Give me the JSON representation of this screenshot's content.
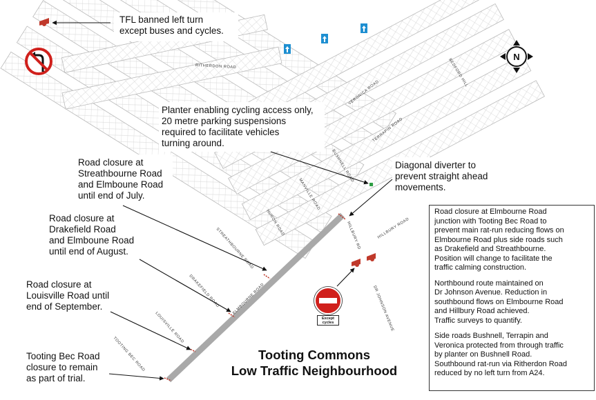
{
  "map": {
    "title_lines": [
      "Tooting Commons",
      "Low Traffic Neighbourhood"
    ],
    "compass_letter": "N",
    "except_sign_lines": [
      "Except",
      "cycles"
    ],
    "streets": {
      "ritherdon": "RITHERDON ROAD",
      "veronica": "VERONICA ROAD",
      "bedford": "BEDFORD HILL",
      "terrapin": "TERRAPIN ROAD",
      "bushnell": "BUSHNELL ROAD",
      "manville": "MANVILLE ROAD",
      "huron": "HURON ROAD",
      "hillbury": "HILLBURY ROAD",
      "hillbury_rd": "HILLBURY RD",
      "streathbourne": "STREATHBOURNE ROAD",
      "elmbourne": "ELMBOURNE ROAD",
      "drakefield": "DRAKEFIELD ROAD",
      "louisville": "LOUISVILLE ROAD",
      "tooting_bec": "TOOTING BEC ROAD",
      "dr_johnson": "DR JOHNSON AVENUE"
    },
    "annotations": {
      "tfl": [
        "TFL banned left turn",
        "except buses and cycles."
      ],
      "planter": [
        "Planter enabling cycling access only,",
        "20 metre parking suspensions",
        "required to facilitate vehicles",
        "turning around."
      ],
      "diverter": [
        "Diagonal diverter to",
        "prevent straight ahead",
        "movements."
      ],
      "streathbourne_closure": [
        "Road closure at",
        "Streathbourne Road",
        "and Elmboune Road",
        "until end of July."
      ],
      "drakefield_closure": [
        "Road closure at",
        "Drakefield Road",
        "and Elmboune Road",
        "until end of August."
      ],
      "louisville_closure": [
        "Road closure at",
        "Louisville Road until",
        "end of September."
      ],
      "tooting_bec_closure": [
        "Tooting Bec Road",
        "closure to remain",
        "as part of trial."
      ]
    },
    "info_box": [
      [
        "Road closure at Elmbourne Road",
        "junction with Tooting Bec Road to",
        "prevent main rat-run reducing flows on",
        "Elmbourne Road plus side roads such",
        "as Drakefield and Streathbourne.",
        "Position will change to facilitate the",
        "traffic calming construction."
      ],
      [
        "Northbound route maintained on",
        "Dr Johnson Avenue. Reduction in",
        "southbound flows on Elmbourne Road",
        "and Hillbury Road achieved.",
        "Traffic surveys to quantify."
      ],
      [
        "Side roads Bushnell, Terrapin and",
        "Veronica protected from through traffic",
        "by planter on Bushnell Road.",
        "Southbound rat-run via Ritherdon Road",
        "reduced by no left turn from A24."
      ]
    ],
    "colors": {
      "closed_road": "#a9a9a9",
      "closure_marker": "#c0392b",
      "signal": "#c0392b",
      "one_way_sign": "#1e8fd1",
      "planter": "#2e9e44",
      "no_entry": "#d0201c",
      "block_outline": "#b0b0b0"
    }
  }
}
